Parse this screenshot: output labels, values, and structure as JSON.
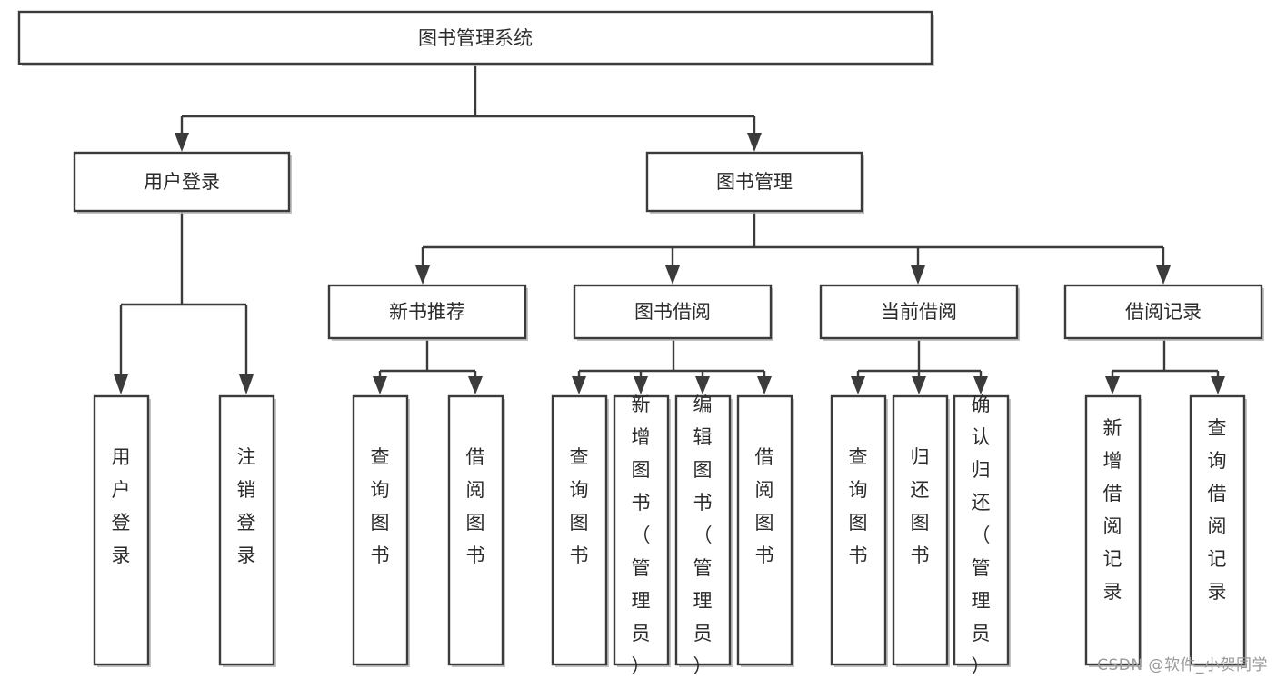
{
  "diagram": {
    "title": "图书管理系统",
    "type": "tree",
    "orientation": "top-down",
    "watermark": "CSDN @软件_小贺同学",
    "colors": {
      "stroke": "#3b3b3b",
      "fill": "#ffffff",
      "text": "#2b2b2b",
      "watermark": "#9a9a9a",
      "background": "#ffffff"
    },
    "root": {
      "label": "图书管理系统"
    },
    "level1": [
      {
        "label": "用户登录"
      },
      {
        "label": "图书管理"
      }
    ],
    "level2": [
      {
        "label": "新书推荐"
      },
      {
        "label": "图书借阅"
      },
      {
        "label": "当前借阅"
      },
      {
        "label": "借阅记录"
      }
    ],
    "leaves": {
      "user_login": [
        {
          "label": "用户登录"
        },
        {
          "label": "注销登录"
        }
      ],
      "new_book_recommend": [
        {
          "label": "查询图书"
        },
        {
          "label": "借阅图书"
        }
      ],
      "book_borrow": [
        {
          "label": "查询图书"
        },
        {
          "label": "新增图书（管理员）"
        },
        {
          "label": "编辑图书（管理员）"
        },
        {
          "label": "借阅图书"
        }
      ],
      "current_borrow": [
        {
          "label": "查询图书"
        },
        {
          "label": "归还图书"
        },
        {
          "label": "确认归还（管理员）"
        }
      ],
      "borrow_record": [
        {
          "label": "新增借阅记录"
        },
        {
          "label": "查询借阅记录"
        }
      ]
    }
  }
}
